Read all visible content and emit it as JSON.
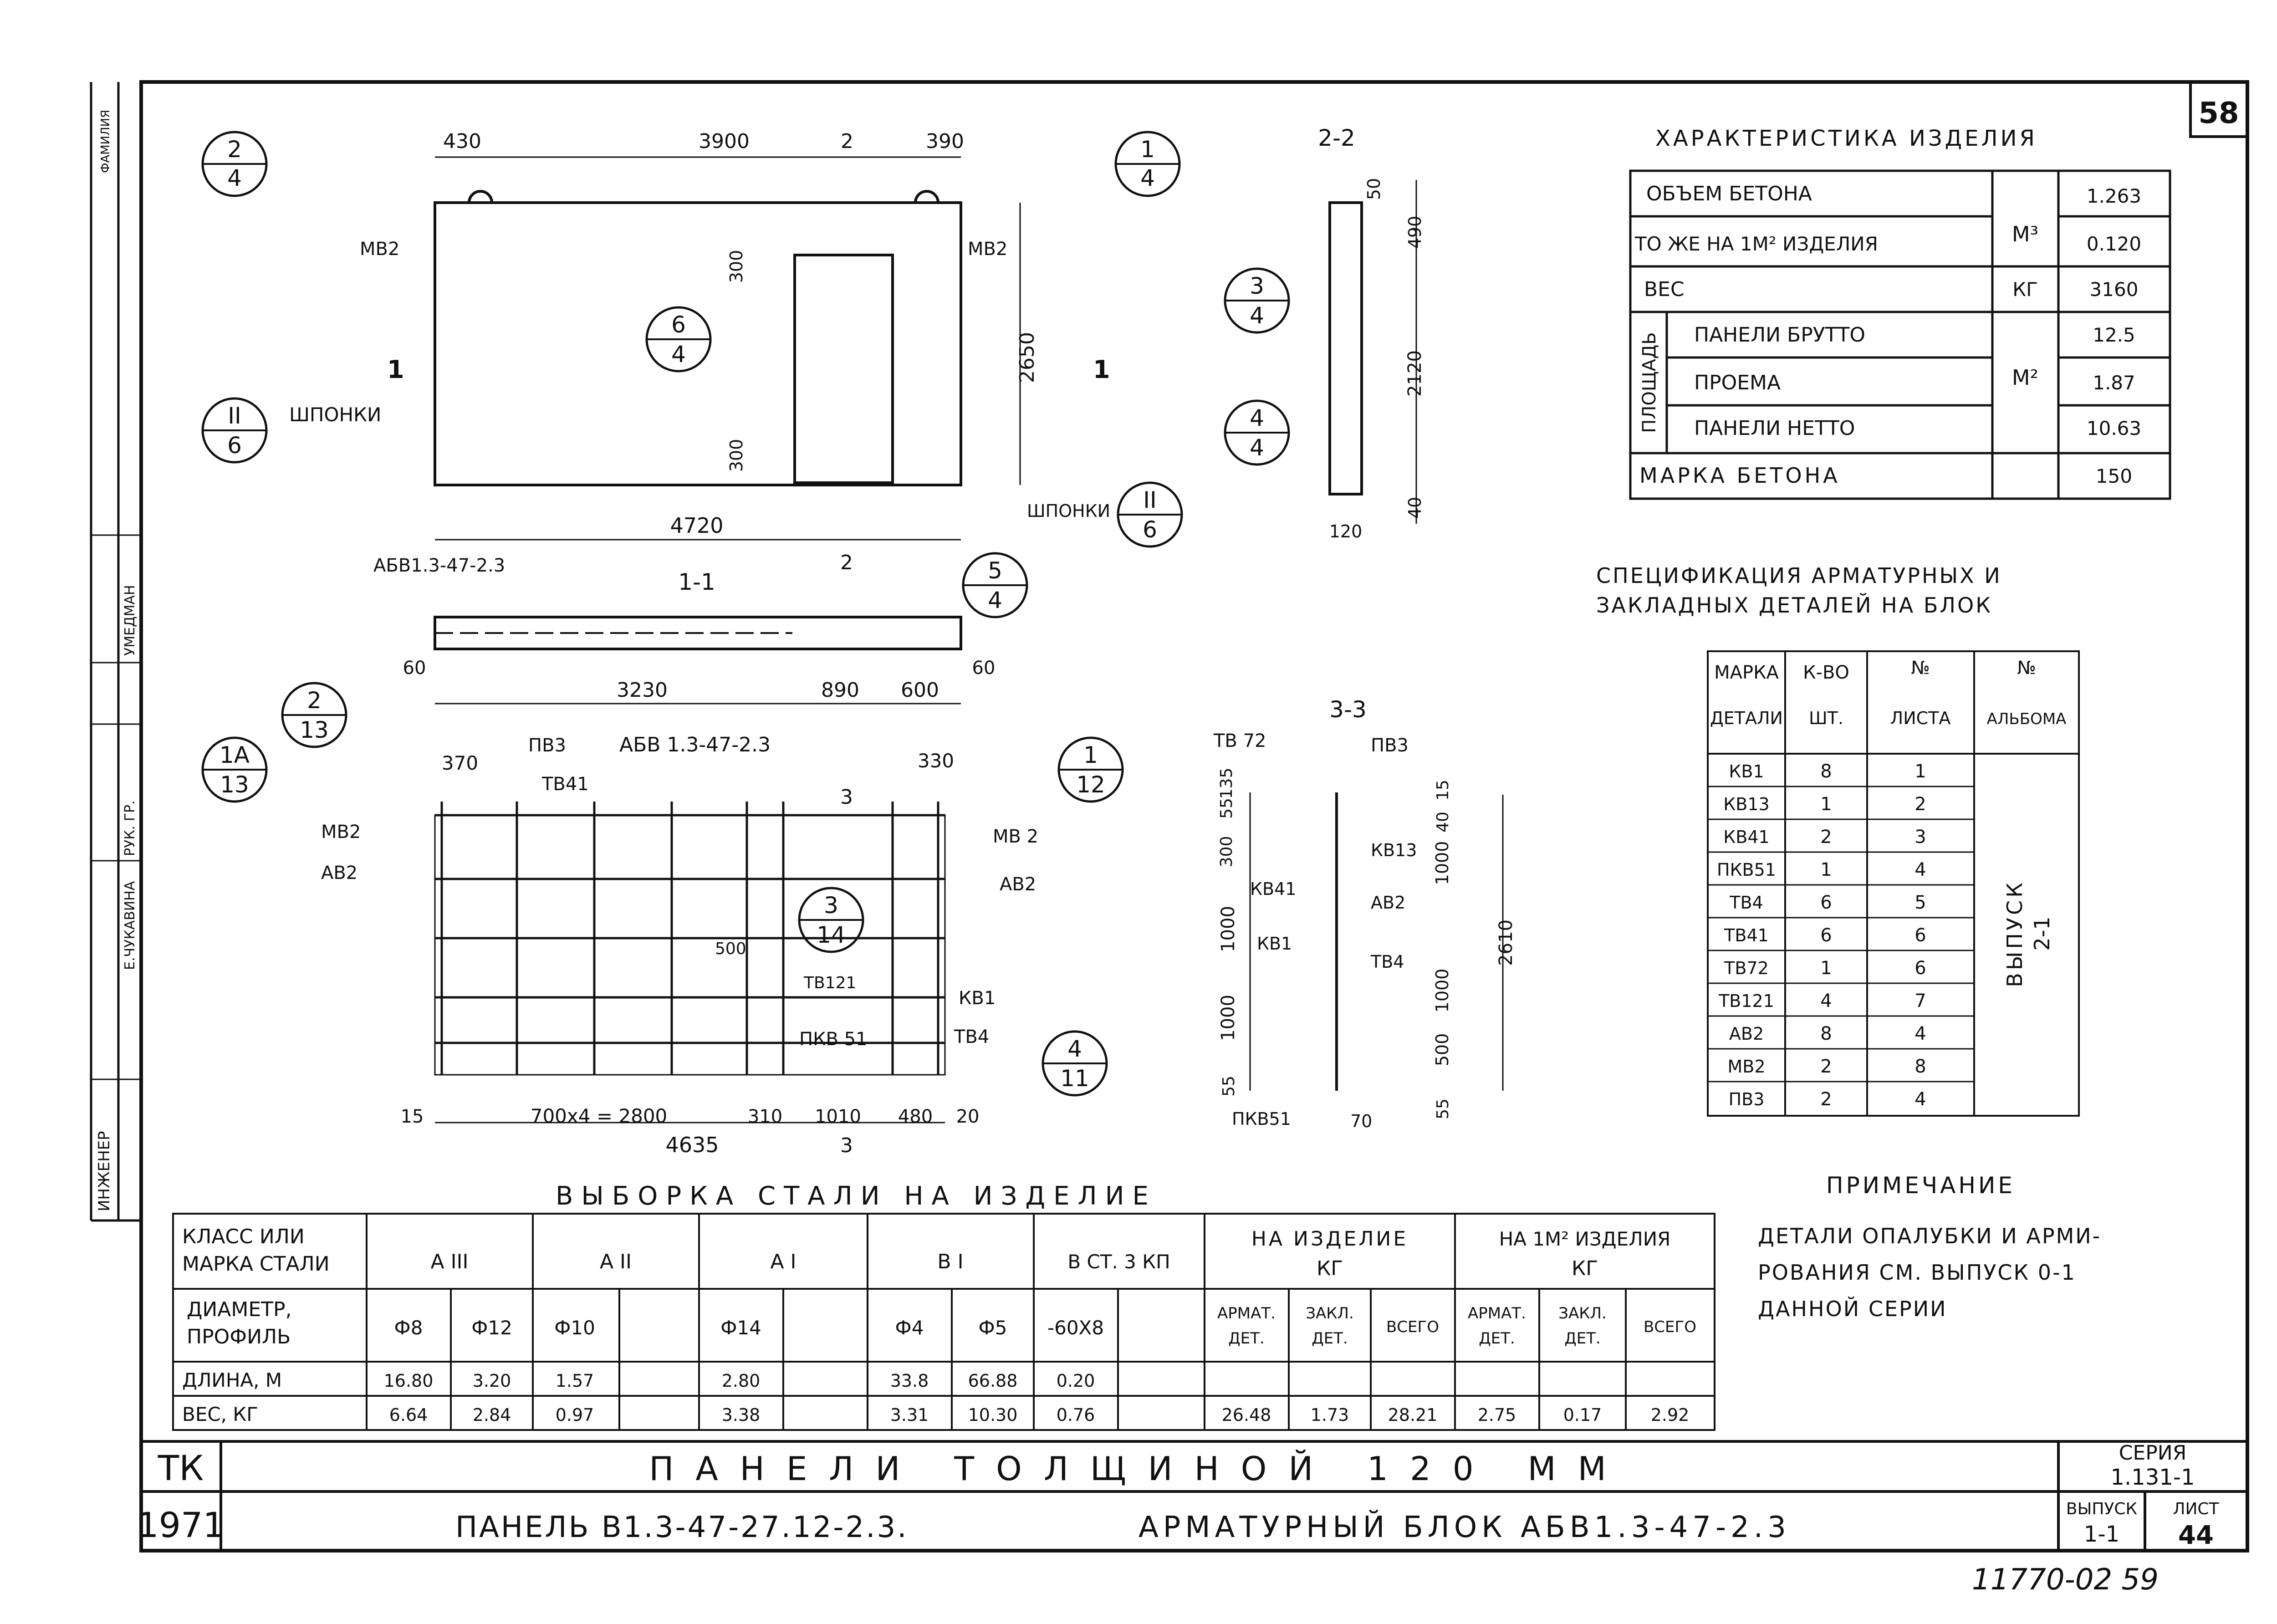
{
  "sheet": {
    "sheet_number": "58",
    "bottom_note": "11770-02 59",
    "side_stamp": [
      "ИНЖЕНЕР",
      "Е.ЧУКАВИНА",
      "РУК. ГР.",
      "УМЕДМАН",
      "ФАМИЛИЯ"
    ]
  },
  "front_view": {
    "dims": {
      "top_left": "430",
      "top_mid": "3900",
      "top_right": "390",
      "height": "2650",
      "width": "4720",
      "gap1": "300",
      "gap2": "300"
    },
    "labels": {
      "mv2_left": "МВ2",
      "mv2_right": "МВ2",
      "shponki_left": "ШПОНКИ",
      "shponki_right": "ШПОНКИ",
      "cut2": "2",
      "cut1_left": "1",
      "cut1_right": "1"
    },
    "callouts": [
      {
        "top": "2",
        "bottom": "4"
      },
      {
        "top": "1",
        "bottom": "4"
      },
      {
        "top": "6",
        "bottom": "4"
      },
      {
        "top": "II",
        "bottom": "6"
      },
      {
        "top": "II",
        "bottom": "6"
      }
    ]
  },
  "section_2_2": {
    "title": "2-2",
    "dims": {
      "top": "50",
      "upper": "490",
      "middle": "2120",
      "bottom": "40",
      "width": "120"
    },
    "callouts": [
      {
        "top": "3",
        "bottom": "4"
      },
      {
        "top": "4",
        "bottom": "4"
      }
    ]
  },
  "section_1_1": {
    "title": "1-1",
    "block_label": "АБВ1.3-47-2.3",
    "dims": {
      "left": "60",
      "main": "3230",
      "mid": "890",
      "right_seg": "600",
      "right": "60"
    },
    "cut2": "2",
    "callout": {
      "top": "5",
      "bottom": "4"
    }
  },
  "arm_block": {
    "block_label": "АБВ 1.3-47-2.3",
    "labels": {
      "pv3": "ПВ3",
      "tv41": "ТВ41",
      "mv2_left": "МВ2",
      "av2_left": "АВ2",
      "mv2_right": "МВ 2",
      "av2_right": "АВ2",
      "tv121": "ТВ121",
      "kv1": "КВ1",
      "pkv51": "ПКВ 51",
      "tv4": "ТВ4",
      "d500": "500",
      "cut3": "3"
    },
    "dims": {
      "top_left": "370",
      "top_right": "330",
      "left": "15",
      "rebars": "700х4 = 2800",
      "s310": "310",
      "s1010": "1010",
      "s480": "480",
      "right": "20",
      "total": "4635"
    },
    "callouts": [
      {
        "top": "2",
        "bottom": "13"
      },
      {
        "top": "1А",
        "bottom": "13"
      },
      {
        "top": "1",
        "bottom": "12"
      },
      {
        "top": "3",
        "bottom": "14"
      },
      {
        "top": "4",
        "bottom": "11"
      }
    ]
  },
  "section_3_3": {
    "title": "3-3",
    "labels": {
      "tv72": "ТВ 72",
      "pv3": "ПВ3",
      "kv13": "КВ13",
      "kv41": "КВ41",
      "av2": "АВ2",
      "kv1": "КВ1",
      "tv4": "ТВ4",
      "pkv51": "ПКВ51"
    },
    "left_dims": [
      "300",
      "55",
      "135",
      "1000",
      "1000",
      "55"
    ],
    "right_dims": [
      "15",
      "40",
      "1000",
      "1000",
      "500",
      "55"
    ],
    "total": "2610",
    "bottom_dim": "70"
  },
  "characteristics": {
    "title": "ХАРАКТЕРИСТИКА ИЗДЕЛИЯ",
    "rows": [
      {
        "label": "ОБЪЕМ БЕТОНА",
        "value": "1.263"
      },
      {
        "label": "ТО ЖЕ НА 1М² ИЗДЕЛИЯ",
        "value": "0.120"
      },
      {
        "label": "ВЕС",
        "unit": "КГ",
        "value": "3160"
      },
      {
        "label": "ПАНЕЛИ БРУТТО",
        "value": "12.5"
      },
      {
        "label": "ПРОЕМА",
        "value": "1.87"
      },
      {
        "label": "ПАНЕЛИ НЕТТО",
        "value": "10.63"
      },
      {
        "label": "МАРКА БЕТОНА",
        "value": "150"
      }
    ],
    "unit_m3": "М³",
    "unit_m2": "М²",
    "group_area": "ПЛОЩАДЬ"
  },
  "specification": {
    "title_line1": "СПЕЦИФИКАЦИЯ АРМАТУРНЫХ И",
    "title_line2": "ЗАКЛАДНЫХ ДЕТАЛЕЙ НА БЛОК",
    "headers": [
      "МАРКА",
      "К-ВО",
      "№",
      "№",
      "ДЕТАЛИ",
      "ШТ.",
      "ЛИСТА",
      "АЛЬБОМА"
    ],
    "rows": [
      [
        "КВ1",
        "8",
        "1"
      ],
      [
        "КВ13",
        "1",
        "2"
      ],
      [
        "КВ41",
        "2",
        "3"
      ],
      [
        "ПКВ51",
        "1",
        "4"
      ],
      [
        "ТВ4",
        "6",
        "5"
      ],
      [
        "ТВ41",
        "6",
        "6"
      ],
      [
        "ТВ72",
        "1",
        "6"
      ],
      [
        "ТВ121",
        "4",
        "7"
      ],
      [
        "АВ2",
        "8",
        "4"
      ],
      [
        "МВ2",
        "2",
        "8"
      ],
      [
        "ПВ3",
        "2",
        "4"
      ]
    ],
    "album_line1": "ВЫПУСК",
    "album_line2": "2-1"
  },
  "note": {
    "title": "ПРИМЕЧАНИЕ",
    "lines": [
      "ДЕТАЛИ ОПАЛУБКИ И АРМИ-",
      "РОВАНИЯ СМ. ВЫПУСК 0-1",
      "ДАННОЙ СЕРИИ"
    ]
  },
  "steel_table": {
    "title": "ВЫБОРКА СТАЛИ НА ИЗДЕЛИЕ",
    "h_class1": "КЛАСС ИЛИ",
    "h_class2": "МАРКА СТАЛИ",
    "h_diam1": "ДИАМЕТР,",
    "h_diam2": "ПРОФИЛЬ",
    "classes": [
      "А III",
      "А II",
      "А I",
      "В I",
      "В СТ. 3 КП"
    ],
    "per_item": "НА ИЗДЕЛИЕ",
    "per_m2": "НА 1М² ИЗДЕЛИЯ",
    "kg": "КГ",
    "sub": [
      "АРМАТ. ДЕТ.",
      "ЗАКЛ. ДЕТ.",
      "ВСЕГО",
      "АРМАТ. ДЕТ.",
      "ЗАКЛ. ДЕТ.",
      "ВСЕГО"
    ],
    "diameters": [
      "Ф8",
      "Ф12",
      "Ф10",
      "",
      "Ф14",
      "",
      "Ф4",
      "Ф5",
      "-60Х8",
      ""
    ],
    "length_label": "ДЛИНА, М",
    "weight_label": "ВЕС, КГ",
    "lengths": [
      "16.80",
      "3.20",
      "1.57",
      "",
      "2.80",
      "",
      "33.8",
      "66.88",
      "0.20",
      ""
    ],
    "weights": [
      "6.64",
      "2.84",
      "0.97",
      "",
      "3.38",
      "",
      "3.31",
      "10.30",
      "0.76",
      ""
    ],
    "totals": [
      "26.48",
      "1.73",
      "28.21",
      "2.75",
      "0.17",
      "2.92"
    ]
  },
  "title_block": {
    "tk": "ТК",
    "year": "1971",
    "title": "ПАНЕЛИ ТОЛЩИНОЙ 120 ММ",
    "subtitle_left": "ПАНЕЛЬ В1.3-47-27.12-2.3.",
    "subtitle_right": "АРМАТУРНЫЙ БЛОК АБВ1.3-47-2.3",
    "series_label": "СЕРИЯ",
    "series": "1.131-1",
    "issue_label": "ВЫПУСК",
    "issue": "1-1",
    "sheet_label": "ЛИСТ",
    "sheet": "44"
  }
}
